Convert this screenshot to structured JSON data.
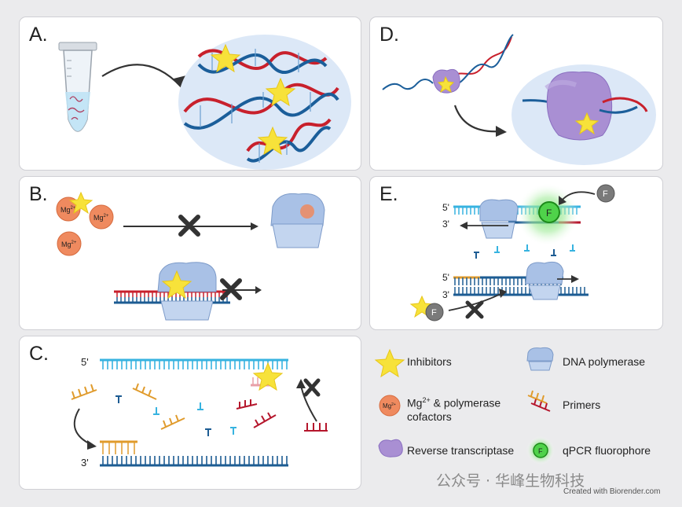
{
  "panels": {
    "a": {
      "letter": "A."
    },
    "b": {
      "letter": "B.",
      "mg": "Mg",
      "mg_charge": "2+"
    },
    "c": {
      "letter": "C.",
      "five_prime": "5'",
      "three_prime": "3'"
    },
    "d": {
      "letter": "D."
    },
    "e": {
      "letter": "E.",
      "five_prime": "5'",
      "three_prime": "3'",
      "fluor_letter": "F"
    }
  },
  "legend": {
    "inhibitors": "Inhibitors",
    "polymerase": "DNA polymerase",
    "mg_line1": "Mg",
    "mg_charge": "2+",
    "mg_line1_rest": " & polymerase",
    "mg_line2": "cofactors",
    "primers": "Primers",
    "rt": "Reverse transcriptase",
    "qpcr": "qPCR  fluorophore"
  },
  "watermark": "公众号 · 华峰生物科技",
  "credit": "Created with Biorender.com",
  "colors": {
    "inhibitor": "#f7e23a",
    "mg": "#ef8a5f",
    "polymerase": "#a9c1e6",
    "rt": "#a98fd3",
    "fluor": "#4fd24a",
    "dna_red": "#c8202c",
    "dna_blue": "#1b5e9a",
    "strand_light": "#37b3e0",
    "strand_dark": "#1d5c93",
    "primer": "#e09b2c",
    "primer_red": "#b5162c"
  }
}
